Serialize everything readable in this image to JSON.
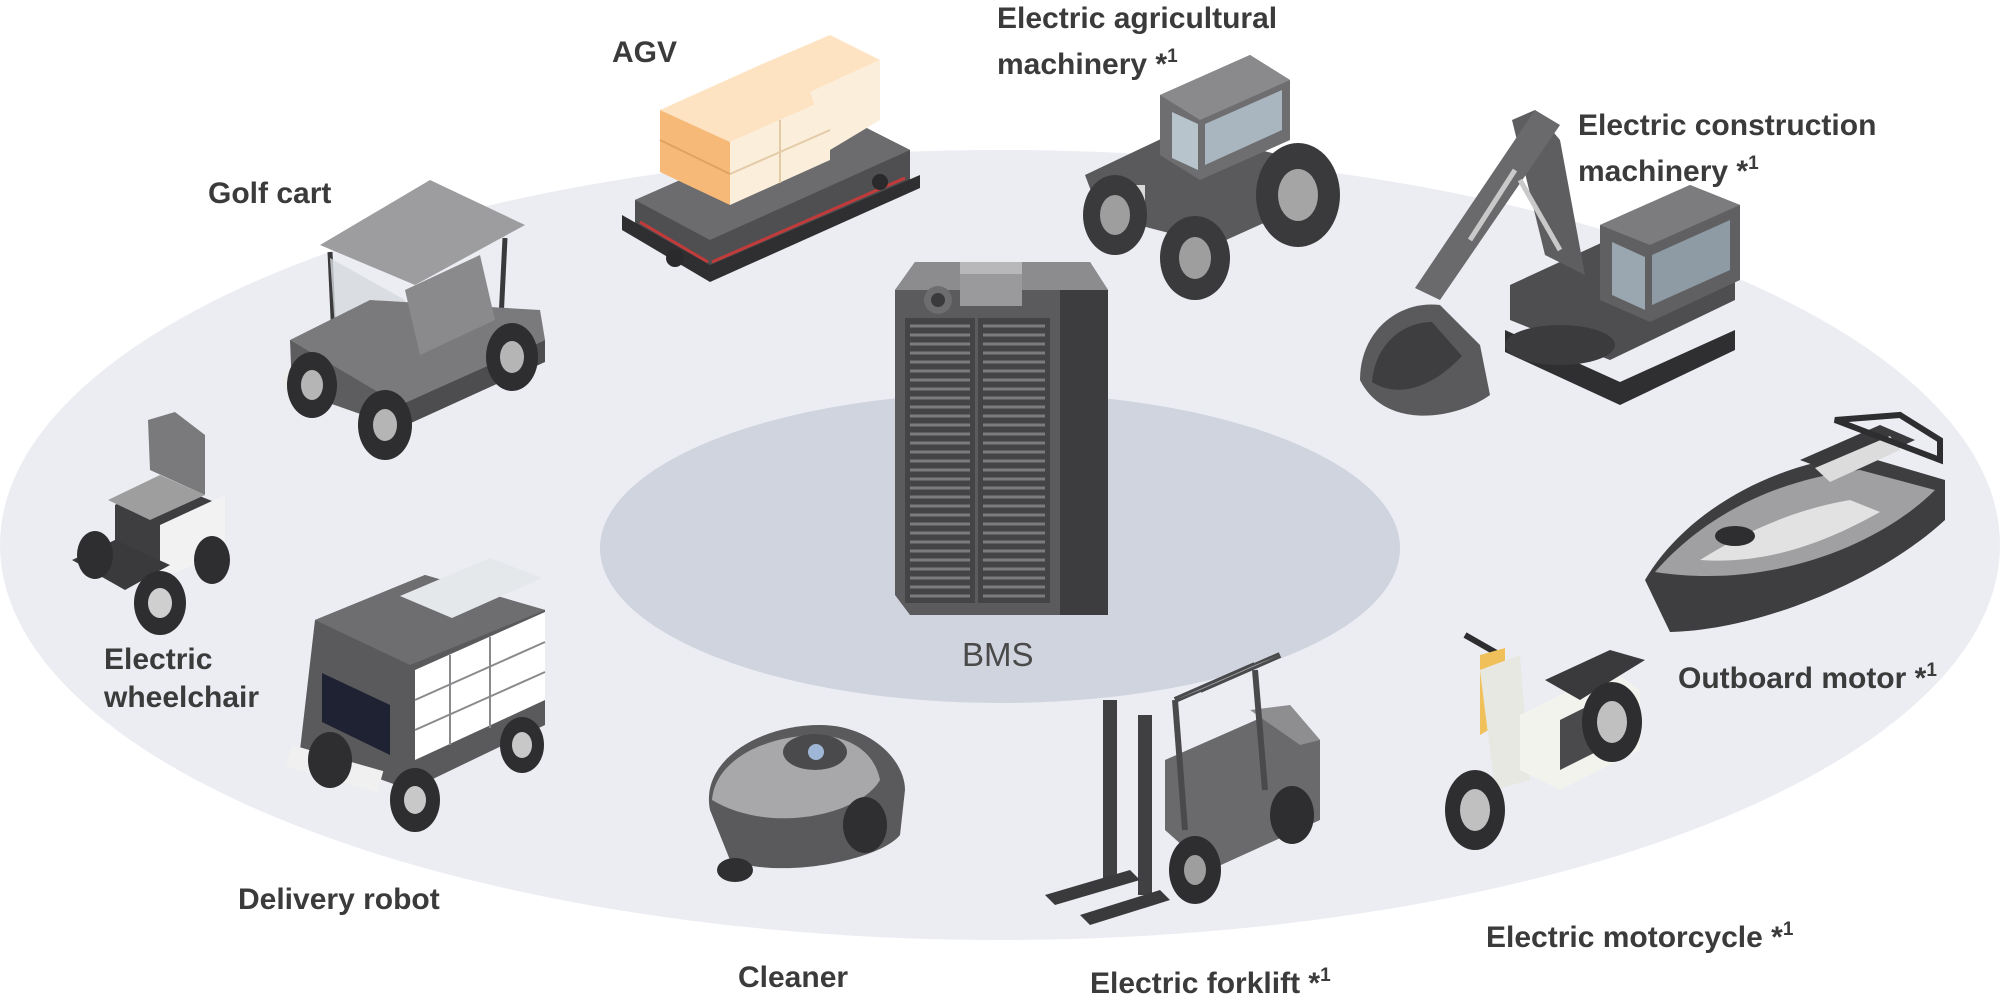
{
  "center": {
    "label": "BMS"
  },
  "footnote_mark": "*",
  "footnote_num": "1",
  "applications": [
    {
      "id": "agv",
      "label_lines": [
        "AGV"
      ],
      "footnote": false
    },
    {
      "id": "agri",
      "label_lines": [
        "Electric agricultural",
        "machinery"
      ],
      "footnote": true
    },
    {
      "id": "construction",
      "label_lines": [
        "Electric construction",
        "machinery"
      ],
      "footnote": true
    },
    {
      "id": "golf",
      "label_lines": [
        "Golf cart"
      ],
      "footnote": false
    },
    {
      "id": "wheelchair",
      "label_lines": [
        "Electric",
        "wheelchair"
      ],
      "footnote": false
    },
    {
      "id": "outboard",
      "label_lines": [
        "Outboard motor"
      ],
      "footnote": true
    },
    {
      "id": "delivery",
      "label_lines": [
        "Delivery robot"
      ],
      "footnote": false
    },
    {
      "id": "motorcycle",
      "label_lines": [
        "Electric motorcycle"
      ],
      "footnote": true
    },
    {
      "id": "cleaner",
      "label_lines": [
        "Cleaner"
      ],
      "footnote": false
    },
    {
      "id": "forklift",
      "label_lines": [
        "Electric forklift"
      ],
      "footnote": true
    }
  ]
}
